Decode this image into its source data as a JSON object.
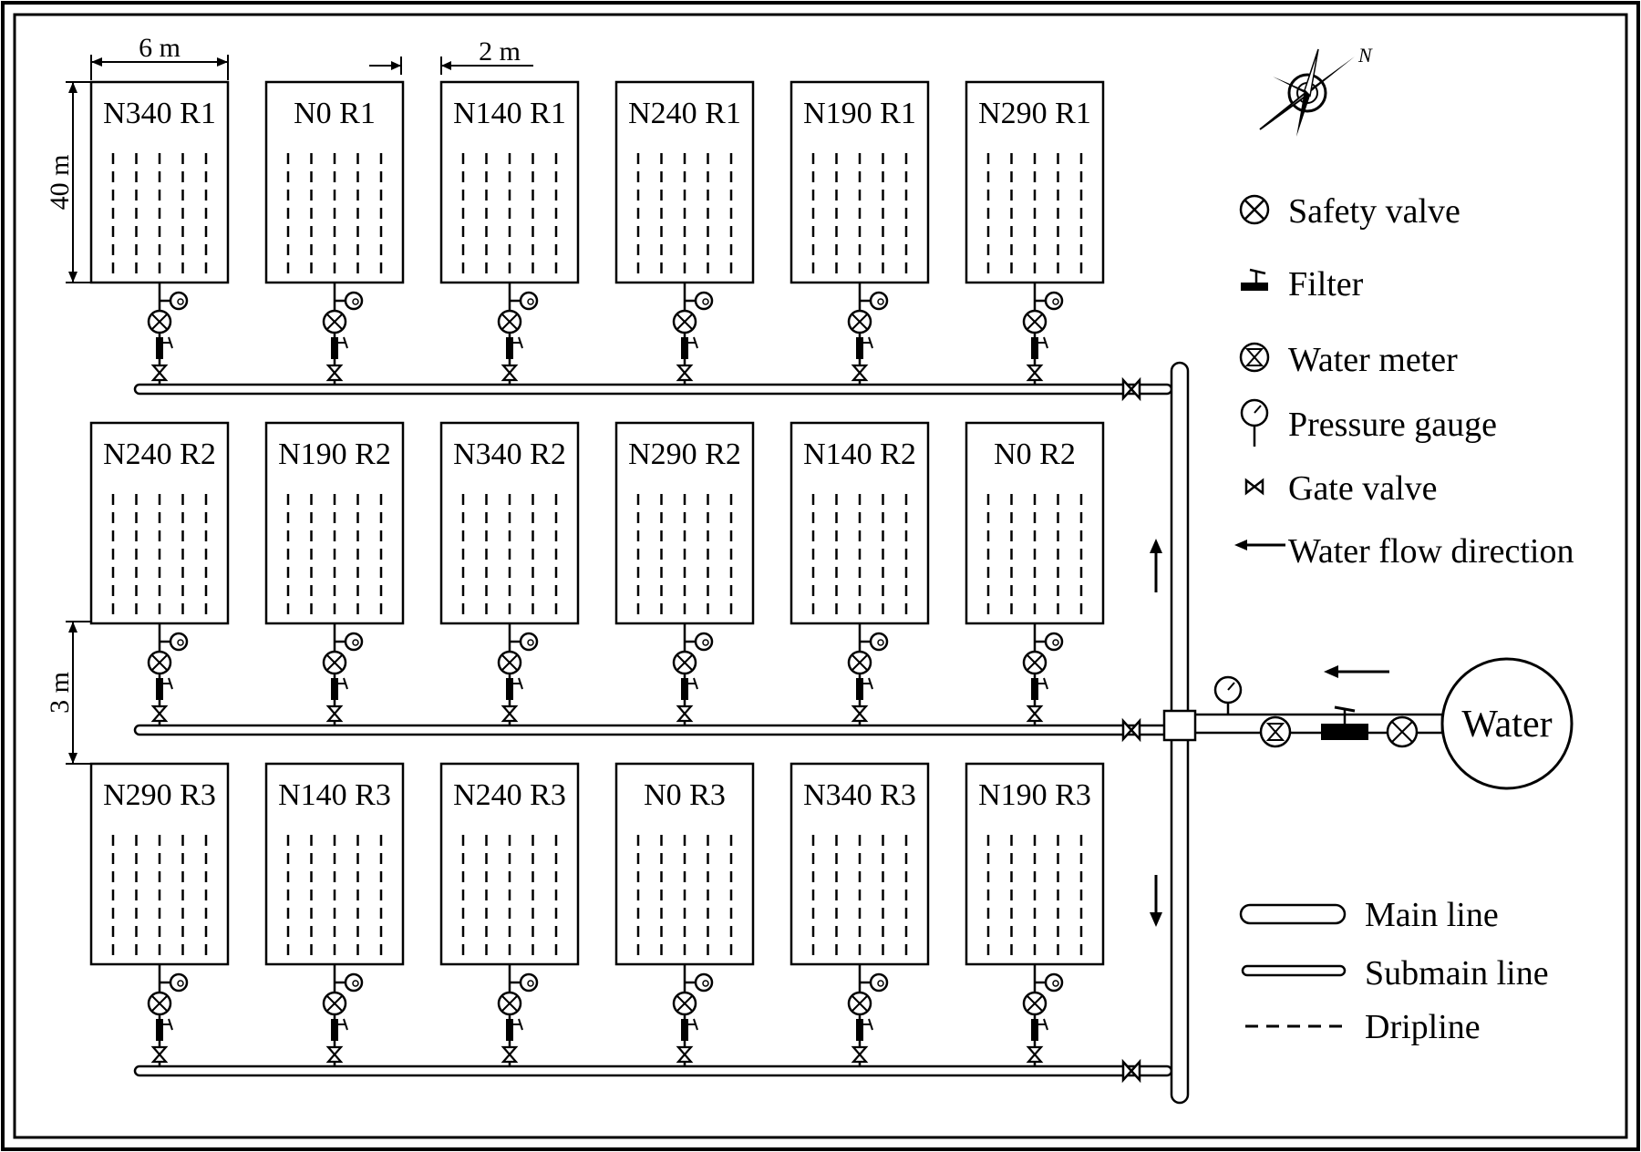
{
  "dimensions": {
    "plot_width": "6 m",
    "plot_spacing": "2 m",
    "plot_length": "40 m",
    "row_spacing": "3 m"
  },
  "plots": [
    [
      "N340 R1",
      "N0 R1",
      "N140 R1",
      "N240 R1",
      "N190 R1",
      "N290 R1"
    ],
    [
      "N240 R2",
      "N190 R2",
      "N340 R2",
      "N290 R2",
      "N140 R2",
      "N0 R2"
    ],
    [
      "N290 R3",
      "N140 R3",
      "N240 R3",
      "N0 R3",
      "N340 R3",
      "N190 R3"
    ]
  ],
  "compass": {
    "north_label": "N"
  },
  "water_source": {
    "label": "Water"
  },
  "legend": {
    "safety_valve": "Safety valve",
    "filter": "Filter",
    "water_meter": "Water meter",
    "pressure_gauge": "Pressure gauge",
    "gate_valve": "Gate valve",
    "water_flow": "Water flow direction",
    "main_line": "Main line",
    "submain_line": "Submain line",
    "dripline": "Dripline"
  }
}
